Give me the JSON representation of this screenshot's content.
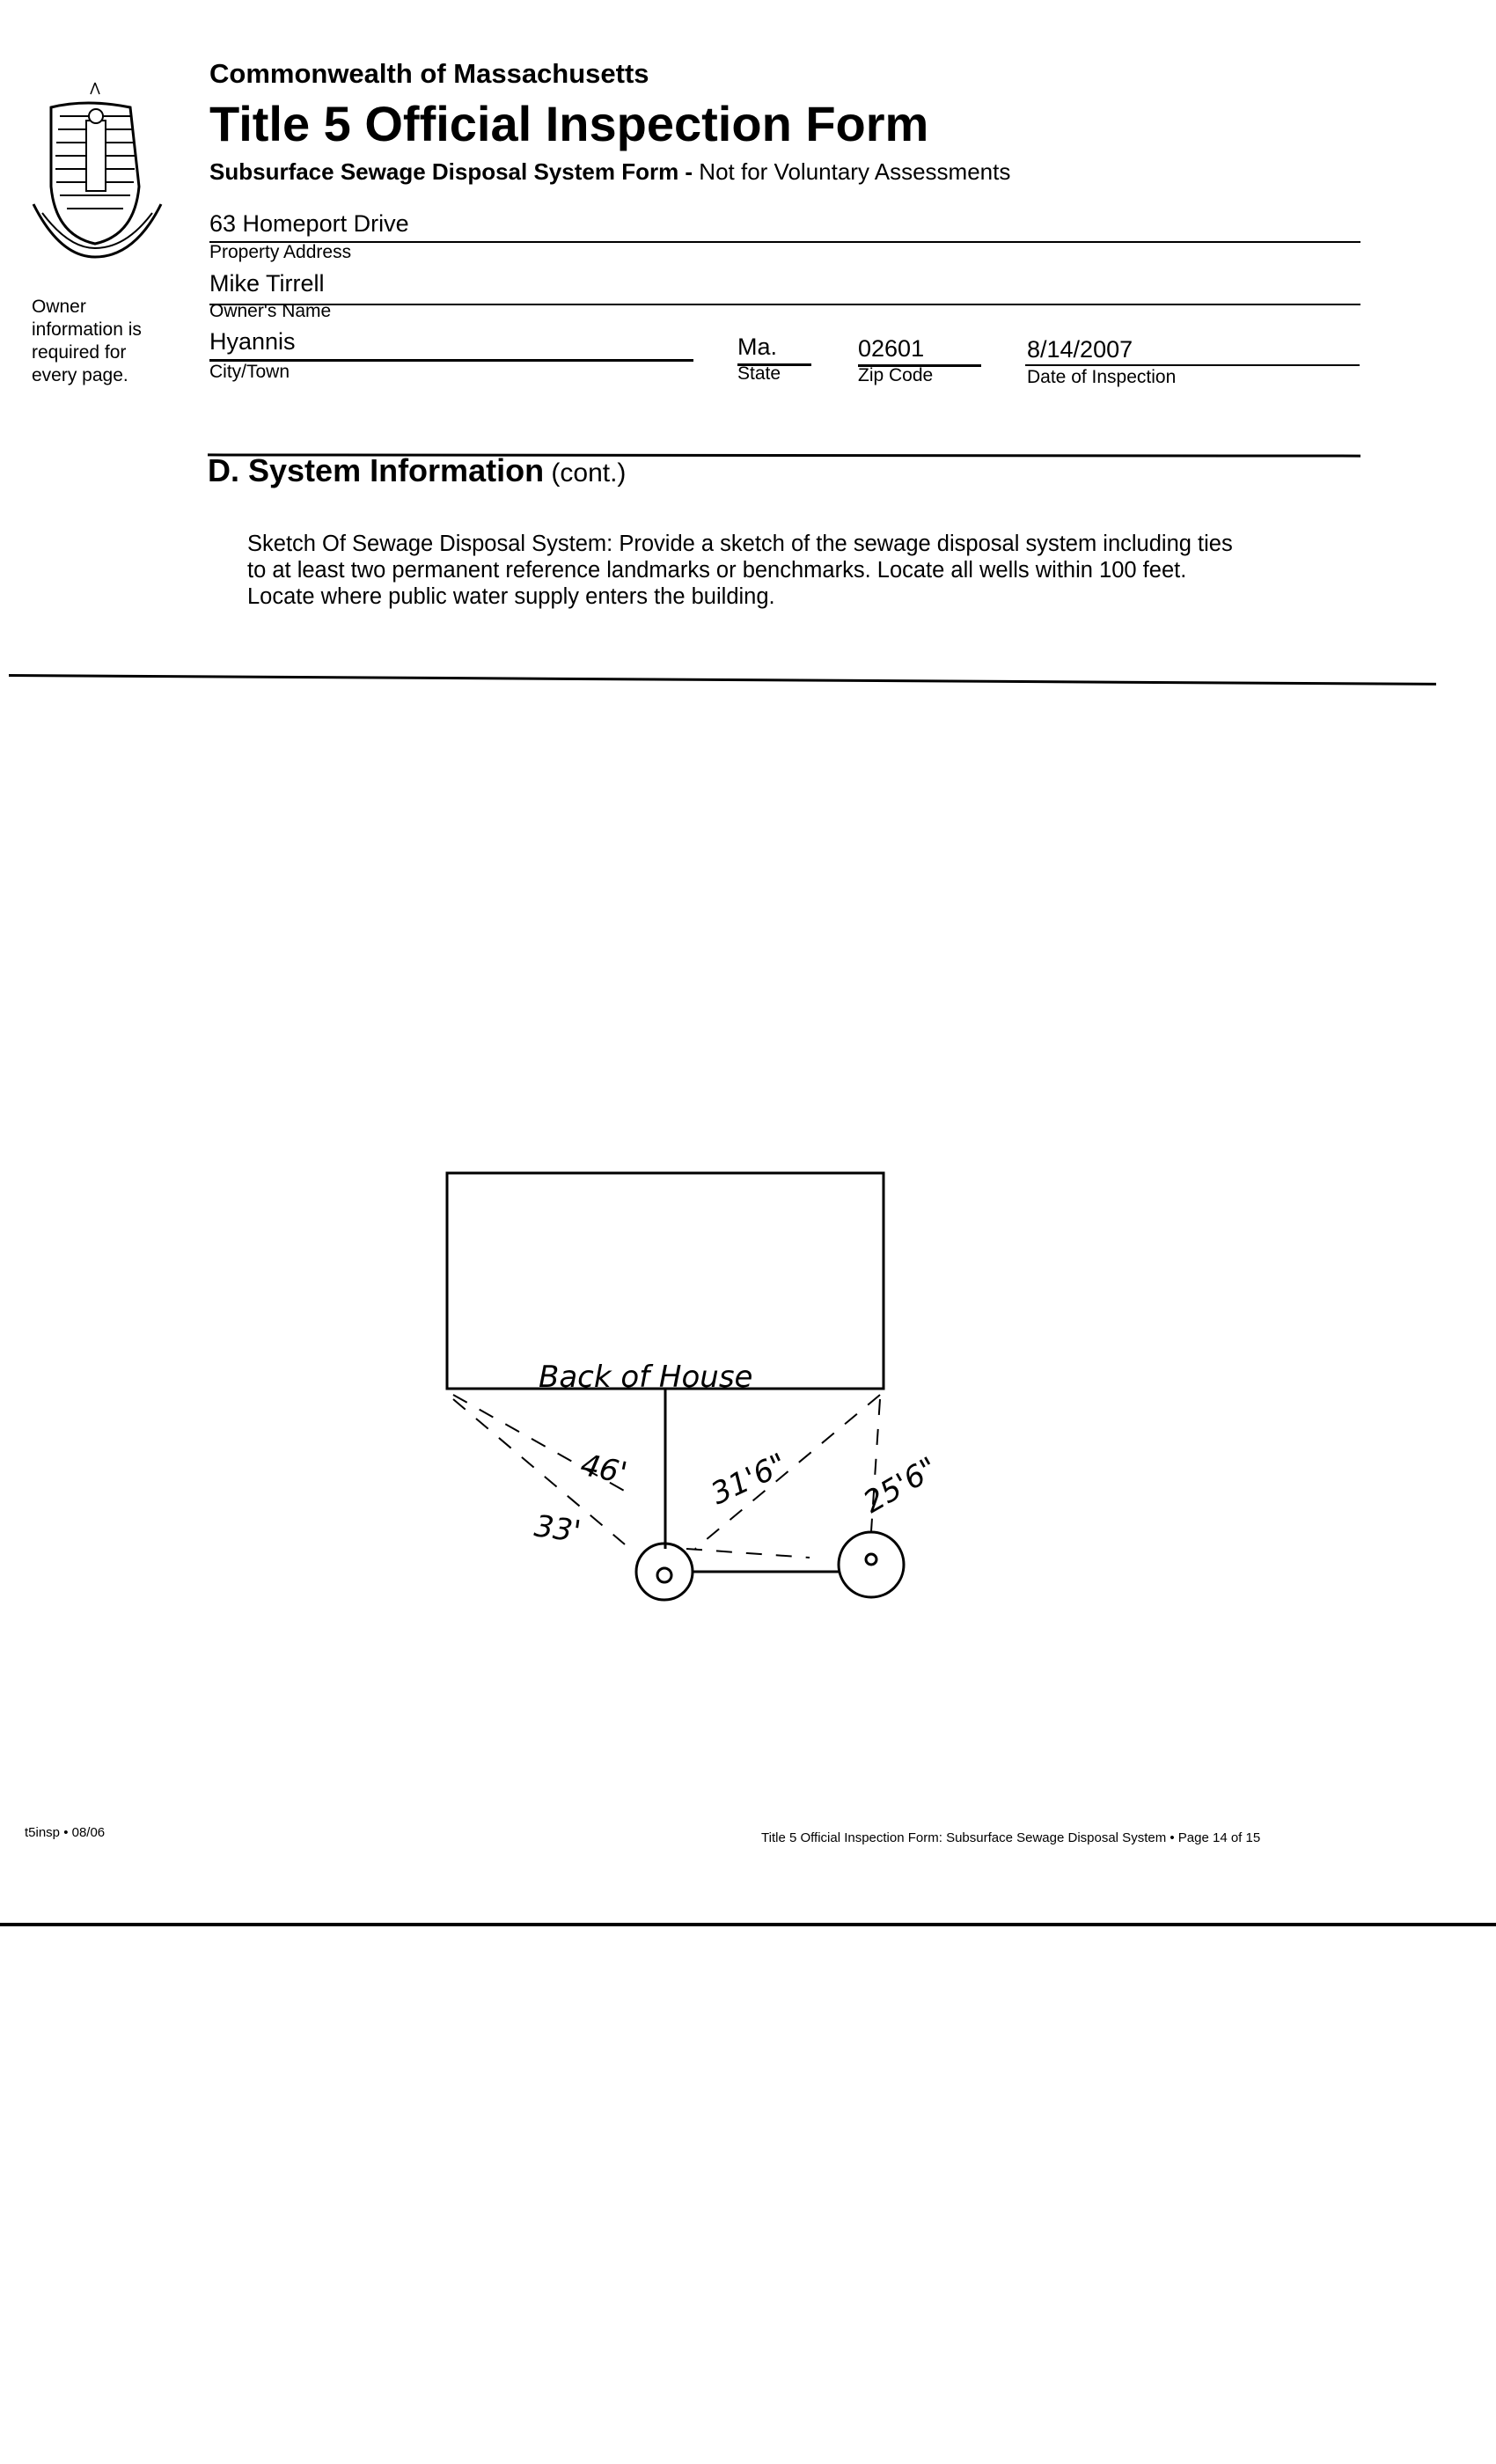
{
  "header": {
    "agency": "Commonwealth of Massachusetts",
    "title": "Title 5 Official Inspection Form",
    "subtitle_bold": "Subsurface Sewage Disposal System Form -",
    "subtitle_rest": " Not for Voluntary Assessments"
  },
  "side_note": [
    "Owner",
    "information is",
    "required for",
    "every page."
  ],
  "fields": {
    "property_address": {
      "value": "63 Homeport Drive",
      "label": "Property Address"
    },
    "owner_name": {
      "value": "Mike Tirrell",
      "label": "Owner's Name"
    },
    "city": {
      "value": "Hyannis",
      "label": "City/Town"
    },
    "state": {
      "value": "Ma.",
      "label": "State"
    },
    "zip": {
      "value": "02601",
      "label": "Zip Code"
    },
    "date": {
      "value": "8/14/2007",
      "label": "Date of Inspection"
    }
  },
  "section": {
    "heading": "D. System Information",
    "heading_suffix": " (cont.)",
    "instructions": [
      "Sketch Of Sewage Disposal System: Provide a sketch of the sewage disposal system including ties",
      "to at least two permanent reference landmarks or benchmarks. Locate all wells within 100 feet.",
      "Locate where public water supply enters the building."
    ]
  },
  "sketch": {
    "house_label": "Back of House",
    "measure_1": "46'",
    "measure_2": "33'",
    "measure_3": "31'6\"",
    "measure_4": "25'6\""
  },
  "footer": {
    "form_code": "t5insp • 08/06",
    "page_info": "Title 5 Official Inspection Form: Subsurface Sewage Disposal System • Page 14 of 15"
  }
}
